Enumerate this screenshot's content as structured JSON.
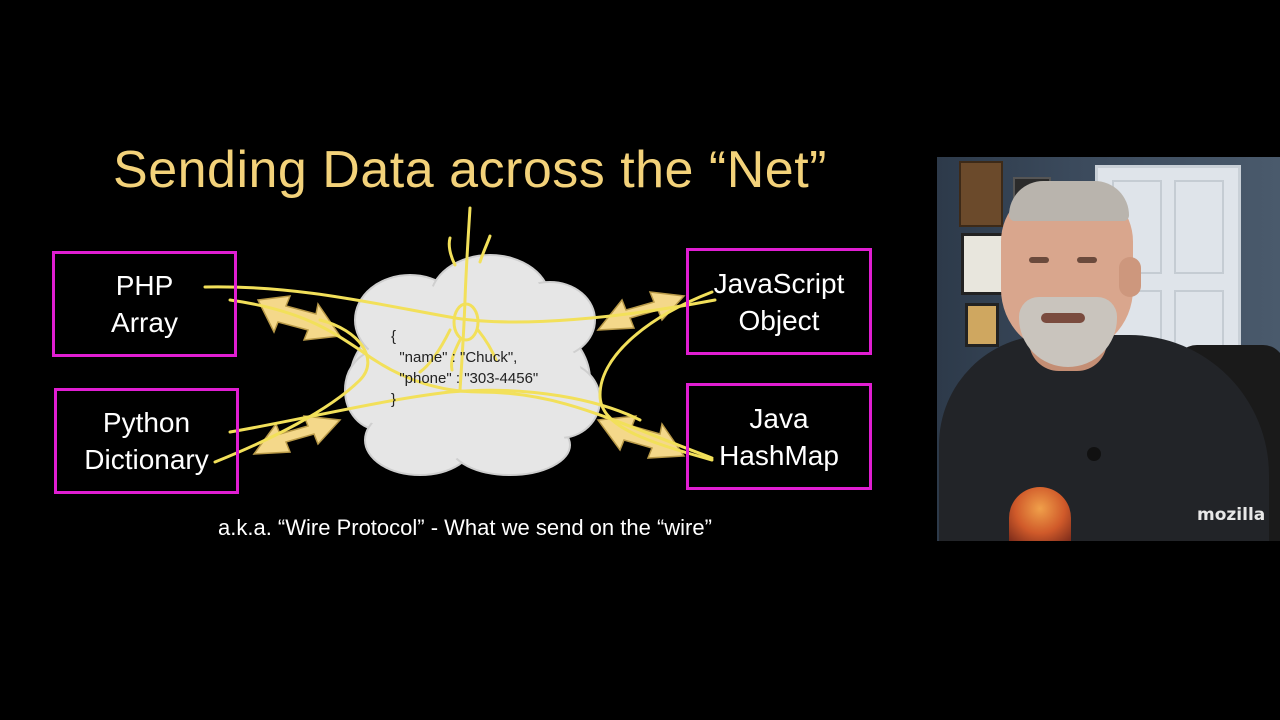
{
  "slide": {
    "title": "Sending Data across the “Net”",
    "boxes": {
      "php": [
        "PHP",
        "Array"
      ],
      "python": [
        "Python",
        "Dictionary"
      ],
      "js": [
        "JavaScript",
        "Object"
      ],
      "java": [
        "Java",
        "HashMap"
      ]
    },
    "json_snippet": "{\n  \"name\" : \"Chuck\",\n  \"phone\" : \"303-4456\"\n}",
    "caption": "a.k.a.  “Wire Protocol” - What we send on the “wire”"
  },
  "webcam": {
    "shirt_text": "mozilla"
  },
  "colors": {
    "title": "#f3d27a",
    "box_border": "#e01ed2",
    "annotation": "#f2e05a",
    "arrow_fill": "#f4d88a",
    "background": "#000000"
  }
}
